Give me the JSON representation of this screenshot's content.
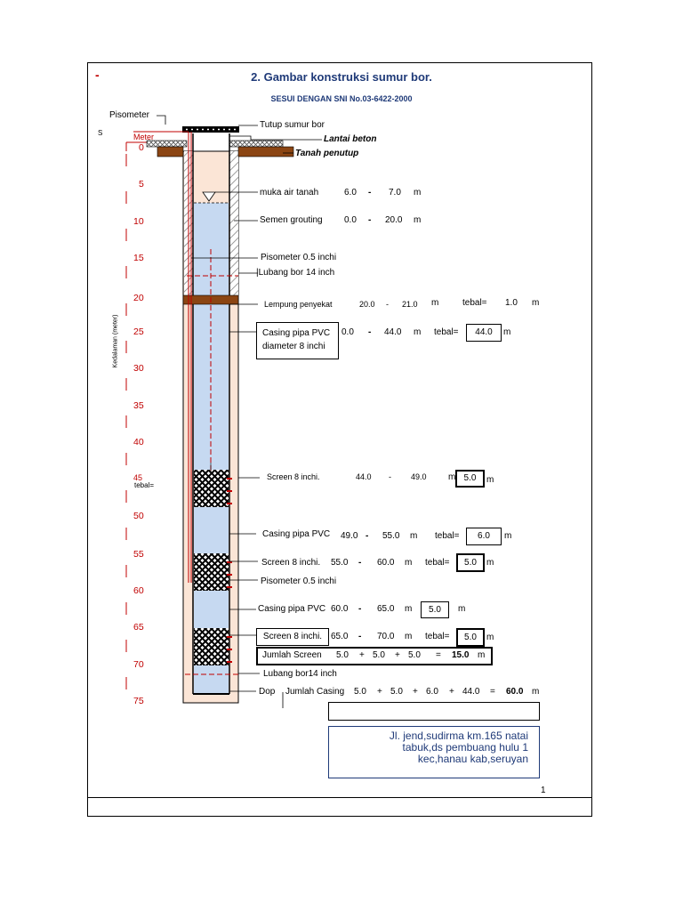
{
  "header": {
    "dash": "-",
    "title": "2. Gambar konstruksi sumur bor.",
    "subtitle": "SESUI DENGAN SNI No.03-6422-2000"
  },
  "left_labels": {
    "pisometer": "Pisometer",
    "meter": "Meter",
    "tiny_mark": "S",
    "axis_title": "Kedalaman (meter)",
    "tebal": "tebal="
  },
  "depth_ticks": [
    "0",
    "5",
    "10",
    "15",
    "20",
    "25",
    "30",
    "35",
    "40",
    "45",
    "50",
    "55",
    "60",
    "65",
    "70",
    "75"
  ],
  "annotations": {
    "tutup": "Tutup sumur bor",
    "lantai": "Lantai beton",
    "tanah": "Tanah penutup",
    "muka_air": {
      "label": "muka air tanah",
      "from": "6.0",
      "sep": "-",
      "to": "7.0",
      "unit": "m"
    },
    "semen": {
      "label": "Semen grouting",
      "from": "0.0",
      "sep": "-",
      "to": "20.0",
      "unit": "m"
    },
    "pisometer1": "Pisometer  0.5  inchi",
    "lubang_bor_top": "|Lubang bor 14  inch",
    "lempung": {
      "label": "Lempung penyekat",
      "from": "20.0",
      "sep": "-",
      "to": "21.0",
      "unit": "m",
      "tebal_label": "tebal=",
      "tebal": "1.0",
      "tebal_unit": "m"
    },
    "casing1": {
      "line1": "Casing pipa PVC",
      "line2": "diameter 8 inchi",
      "from": "0.0",
      "sep": "-",
      "to": "44.0",
      "unit": "m",
      "tebal_label": "tebal=",
      "tebal": "44.0",
      "tebal_unit": "m"
    },
    "screen1": {
      "label": "Screen  8  inchi.",
      "from": "44.0",
      "sep": "-",
      "to": "49.0",
      "unit": "m",
      "tebal": "5.0",
      "tebal_unit": "m"
    },
    "casing2": {
      "label": "Casing pipa PVC",
      "from": "49.0",
      "sep": "-",
      "to": "55.0",
      "unit": "m",
      "tebal_label": "tebal=",
      "tebal": "6.0",
      "tebal_unit": "m"
    },
    "screen2": {
      "label": "Screen 8 inchi.",
      "from": "55.0",
      "sep": "-",
      "to": "60.0",
      "unit": "m",
      "tebal_label": "tebal=",
      "tebal": "5.0",
      "tebal_unit": "m"
    },
    "pisometer2": "Pisometer 0.5 inchi",
    "casing3": {
      "label": "Casing pipa PVC",
      "from": "60.0",
      "sep": "-",
      "to": "65.0",
      "unit": "m",
      "tebal": "5.0",
      "tebal_unit": "m"
    },
    "screen3": {
      "label": "Screen 8 inchi.",
      "from": "65.0",
      "sep": "-",
      "to": "70.0",
      "unit": "m",
      "tebal_label": "tebal=",
      "tebal": "5.0",
      "tebal_unit": "m"
    },
    "jumlah_screen": {
      "label": "Jumlah Screen",
      "a": "5.0",
      "b": "5.0",
      "c": "5.0",
      "plus": "+",
      "eq": "=",
      "total": "15.0",
      "unit": "m"
    },
    "lubang_bor_bottom": "Lubang bor14  inch",
    "dop": "Dop",
    "jumlah_casing": {
      "label": "Jumlah Casing",
      "a": "5.0",
      "b": "5.0",
      "c": "6.0",
      "d": "44.0",
      "plus": "+",
      "eq": "=",
      "total": "60.0",
      "unit": "m"
    }
  },
  "address": {
    "line1": "Jl. jend,sudirma km.165 natai",
    "line2": "tabuk,ds pembuang hulu 1",
    "line3": "kec,hanau kab,seruyan"
  },
  "page_number": "1",
  "colors": {
    "title": "#1f3a78",
    "depth": "#c00000",
    "water": "#c6d9f1",
    "soil": "#8b4513",
    "borehole": "#fbe5d6",
    "grout_hatch": "#7f7f7f"
  }
}
